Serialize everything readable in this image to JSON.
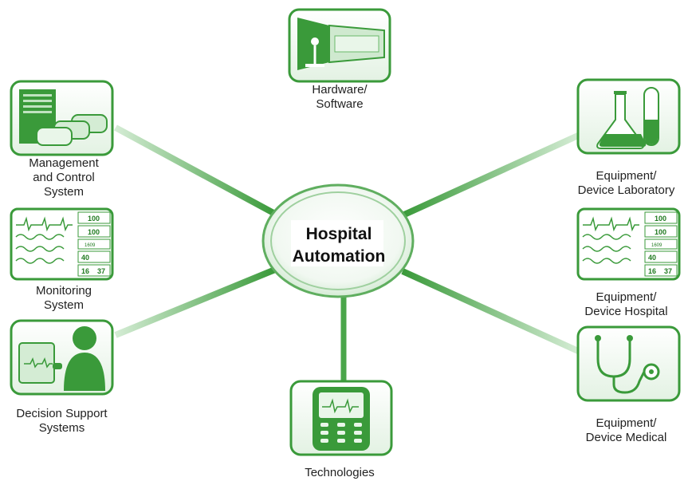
{
  "center": {
    "lines": [
      "Hospital",
      "Automation"
    ]
  },
  "nodes": [
    {
      "id": "hardware-software",
      "icon": "computer-monitor-icon",
      "lines": [
        "Hardware/",
        "Software"
      ]
    },
    {
      "id": "management-control",
      "icon": "server-storage-icon",
      "lines": [
        "Management",
        "and Control",
        "System"
      ]
    },
    {
      "id": "monitoring",
      "icon": "patient-monitor-icon",
      "lines": [
        "Monitoring",
        "System"
      ],
      "readings": [
        "100",
        "100",
        "1609",
        "40",
        "16",
        "37"
      ]
    },
    {
      "id": "decision-support",
      "icon": "clinician-tablet-icon",
      "lines": [
        "Decision Support",
        "Systems"
      ]
    },
    {
      "id": "technologies",
      "icon": "handheld-device-icon",
      "lines": [
        "Technologies"
      ]
    },
    {
      "id": "equipment-laboratory",
      "icon": "lab-flask-icon",
      "lines": [
        "Equipment/",
        "Device Laboratory"
      ]
    },
    {
      "id": "equipment-hospital",
      "icon": "patient-monitor-icon",
      "lines": [
        "Equipment/",
        "Device Hospital"
      ],
      "readings": [
        "100",
        "100",
        "1609",
        "40",
        "16",
        "37"
      ]
    },
    {
      "id": "equipment-medical",
      "icon": "stethoscope-icon",
      "lines": [
        "Equipment/",
        "Device Medical"
      ]
    }
  ],
  "colors": {
    "accent": "#3a9a3a",
    "accent_dark": "#1f7a1f",
    "accent_light": "#bfe3bf",
    "box_bg": "#eef7ee"
  }
}
